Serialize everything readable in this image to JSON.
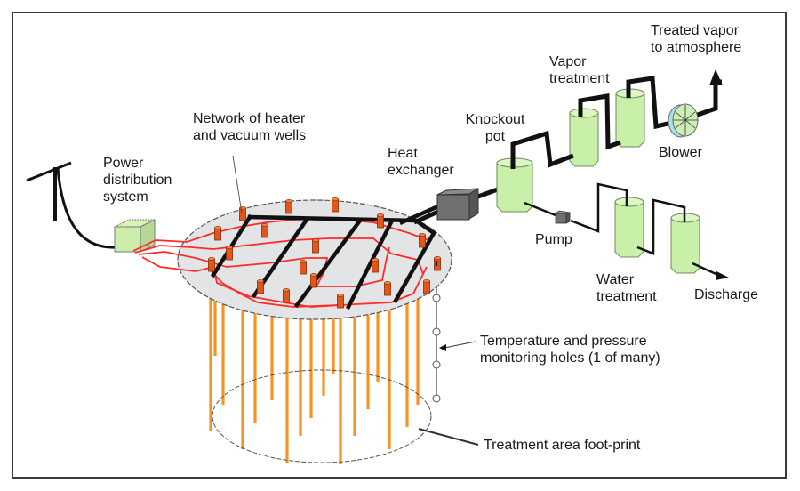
{
  "title": "Thermal remediation system diagram",
  "labels": {
    "power_distribution": "Power\ndistribution\nsystem",
    "network_wells": "Network of heater\nand vacuum wells",
    "heat_exchanger": "Heat\nexchanger",
    "knockout_pot": "Knockout\npot",
    "vapor_treatment": "Vapor\ntreatment",
    "treated_vapor": "Treated vapor\nto atmosphere",
    "blower": "Blower",
    "pump": "Pump",
    "water_treatment": "Water\ntreatment",
    "discharge": "Discharge",
    "monitoring_holes": "Temperature and pressure\nmonitoring holes (1 of many)",
    "footprint": "Treatment area foot-print"
  },
  "colors": {
    "vessel_fill": "#c9f0a8",
    "vessel_stroke": "#6e8a5a",
    "well_fill": "#e0561b",
    "heater_line": "#ff2a2a",
    "heater_rod": "#f7931e",
    "pipe": "#111111",
    "ground_fill": "#e2e4e6",
    "device_fill": "#6f7072",
    "blower_fill": "#b8e8e0"
  }
}
